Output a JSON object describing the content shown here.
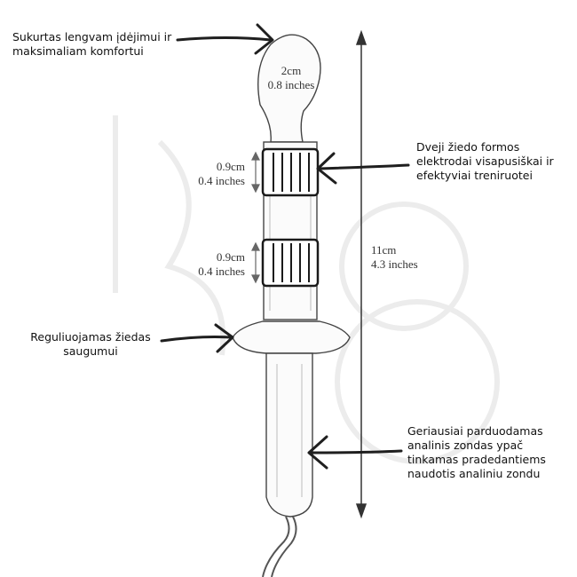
{
  "callouts": {
    "tip": "Sukurtas lengvam įdėjimui ir maksimaliam komfortui",
    "rings": "Dveji žiedo formos elektrodai visapusiškai ir efektyviai treniruotei",
    "safety_ring": "Reguliuojamas žiedas saugumui",
    "handle": "Geriausiai parduodamas analinis zondas ypač tinkamas pradedantiems naudotis analiniu zondu"
  },
  "dimensions": {
    "tip_cm": "2cm",
    "tip_in": "0.8 inches",
    "ring1_cm": "0.9cm",
    "ring1_in": "0.4 inches",
    "ring2_cm": "0.9cm",
    "ring2_in": "0.4 inches",
    "length_cm": "11cm",
    "length_in": "4.3 inches"
  },
  "colors": {
    "line": "#2b2b2b",
    "outline": "#444444",
    "electrode": "#1a1a1a",
    "watermark": "#ececec"
  }
}
